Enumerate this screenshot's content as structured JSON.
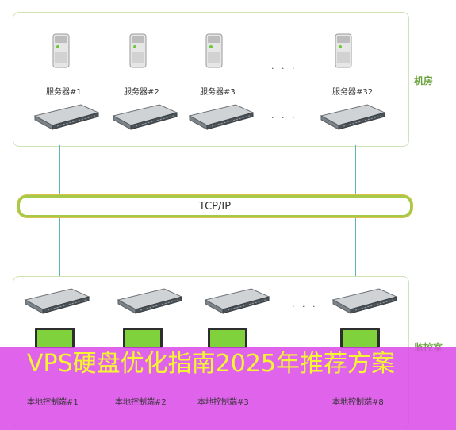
{
  "zones": {
    "room": "机房",
    "monitor": "监控室"
  },
  "servers": [
    "服务器#1",
    "服务器#2",
    "服务器#3",
    "服务器#32"
  ],
  "server_ellipsis": "· · ·",
  "rack_ellipsis": "· · ·",
  "network": {
    "label": "TCP/IP"
  },
  "clients": [
    "本地控制端#1",
    "本地控制端#2",
    "本地控制端#3",
    "本地控制端#8"
  ],
  "client_rack_ellipsis": "· · ·",
  "banner": {
    "text": "VPS硬盘优化指南2025年推荐方案",
    "background": "#d942e6",
    "color": "#f5f532"
  },
  "colors": {
    "panel_border": "#cfe3b8",
    "connector": "#5fb3b3",
    "bus_border": "#a6c94a"
  }
}
